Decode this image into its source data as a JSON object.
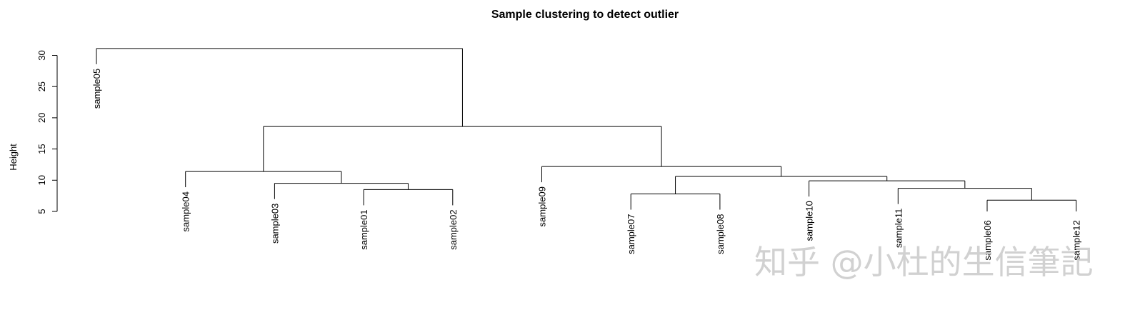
{
  "chart_data": {
    "type": "dendrogram",
    "title": "Sample clustering to detect outlier",
    "xlabel": "",
    "ylabel": "Height",
    "ylim": [
      5,
      31
    ],
    "yticks": [
      5,
      10,
      15,
      20,
      25,
      30
    ],
    "grid": false,
    "leaf_order": [
      "sample05",
      "sample04",
      "sample03",
      "sample01",
      "sample02",
      "sample09",
      "sample07",
      "sample08",
      "sample10",
      "sample11",
      "sample06",
      "sample12"
    ],
    "merges": [
      {
        "members": [
          "sample06",
          "sample12"
        ],
        "height": 6.8
      },
      {
        "members": [
          "sample07",
          "sample08"
        ],
        "height": 7.8
      },
      {
        "members": [
          "sample01",
          "sample02"
        ],
        "height": 8.5
      },
      {
        "members": [
          "sample11",
          "sample06",
          "sample12"
        ],
        "height": 8.7
      },
      {
        "members": [
          "sample03",
          "sample01",
          "sample02"
        ],
        "height": 9.5
      },
      {
        "members": [
          "sample10",
          "sample11",
          "sample06",
          "sample12"
        ],
        "height": 9.9
      },
      {
        "members": [
          "sample07",
          "sample08",
          "sample10",
          "sample11",
          "sample06",
          "sample12"
        ],
        "height": 10.6
      },
      {
        "members": [
          "sample04",
          "sample03",
          "sample01",
          "sample02"
        ],
        "height": 11.4
      },
      {
        "members": [
          "sample09",
          "sample07",
          "sample08",
          "sample10",
          "sample11",
          "sample06",
          "sample12"
        ],
        "height": 12.2
      },
      {
        "members": [
          "sample04",
          "sample03",
          "sample01",
          "sample02",
          "sample09",
          "sample07",
          "sample08",
          "sample10",
          "sample11",
          "sample06",
          "sample12"
        ],
        "height": 18.6
      },
      {
        "members": [
          "sample05",
          "sample04",
          "sample03",
          "sample01",
          "sample02",
          "sample09",
          "sample07",
          "sample08",
          "sample10",
          "sample11",
          "sample06",
          "sample12"
        ],
        "height": 31.1
      }
    ]
  },
  "watermark": {
    "text": "知乎 @小杜的生信筆記",
    "color": "#c9c9c9"
  }
}
